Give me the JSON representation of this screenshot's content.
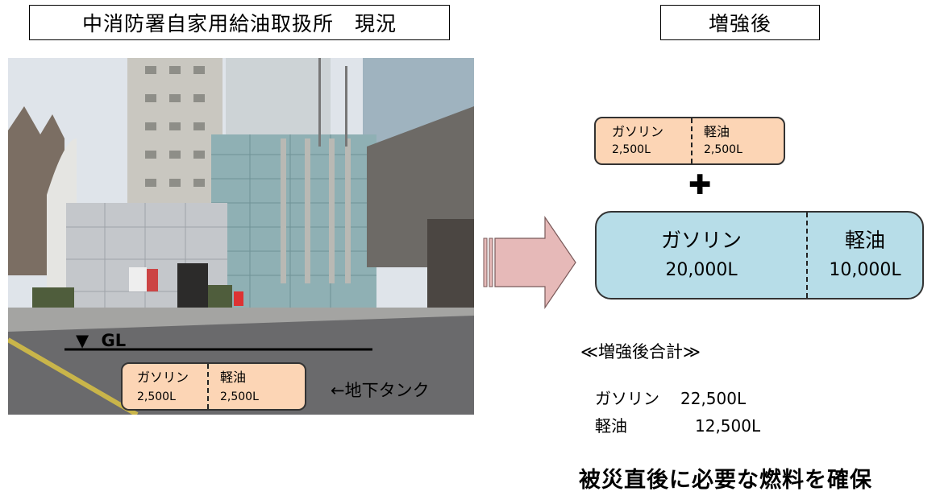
{
  "titles": {
    "current": "中消防署自家用給油取扱所　現況",
    "after": "増強後"
  },
  "photo": {
    "gl_marker": "▼",
    "gl_label": "GL",
    "underground_tank_label": "←地下タンク",
    "tank": {
      "gasoline_name": "ガソリン",
      "gasoline_amount": "2,500L",
      "diesel_name": "軽油",
      "diesel_amount": "2,500L"
    }
  },
  "after": {
    "existing_tank": {
      "gasoline_name": "ガソリン",
      "gasoline_amount": "2,500L",
      "diesel_name": "軽油",
      "diesel_amount": "2,500L"
    },
    "plus": "✚",
    "new_tank": {
      "gasoline_name": "ガソリン",
      "gasoline_amount": "20,000L",
      "diesel_name": "軽油",
      "diesel_amount": "10,000L"
    },
    "summary_heading": "≪増強後合計≫",
    "summary_gasoline_name": "ガソリン",
    "summary_gasoline_amount": "22,500L",
    "summary_diesel_name": "軽油",
    "summary_diesel_amount": "12,500L",
    "conclusion": "被災直後に必要な燃料を確保"
  },
  "colors": {
    "small_tank_fill": "#fcd5b5",
    "big_tank_fill": "#b7dde8",
    "arrow_fill": "#e6b9b8"
  }
}
